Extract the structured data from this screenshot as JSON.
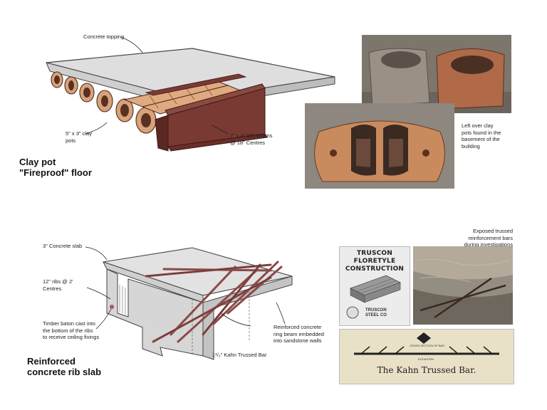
{
  "clay_pot_section": {
    "title_line1": "Clay pot",
    "title_line2": "\"Fireproof\" floor",
    "labels": {
      "concrete_topping": "Concrete topping",
      "clay_pots_line1": "5\" x 3\"  clay",
      "clay_pots_line2": "pots",
      "beams_line1": "7\" x 4\" MS beams",
      "beams_line2": "@ 18\" Centres"
    },
    "photo_caption": [
      "Left over clay",
      "pots found in the",
      "basement of the",
      "building"
    ]
  },
  "rib_slab_section": {
    "title_line1": "Reinforced",
    "title_line2": "concrete rib slab",
    "labels": {
      "slab": "3\" Concrete slab",
      "ribs_line1": "12\" ribs @ 2'",
      "ribs_line2": "Centres",
      "timber_line1": "Timber baton cast into",
      "timber_line2": "the bottom of the ribs",
      "timber_line3": "to receive ceiling fixings",
      "ring_line1": "Reinforced concrete",
      "ring_line2": "ring beam embedded",
      "ring_line3": "into sandstone walls",
      "kahn_bar": "1¹/₂\" Kahn Trussed Bar"
    },
    "photo_caption": [
      "Exposed trussed",
      "reinforcement bars",
      "during investigations"
    ]
  },
  "truscon_card": {
    "heading_line1": "TRUSCON FLORETYLE",
    "heading_line2": "CONSTRUCTION",
    "maker_line1": "TRUSCON",
    "maker_line2": "STEEL CO"
  },
  "kahn_card": {
    "small_text": "CROSS SECTION OF BAR",
    "small_text2": "ELEVATION",
    "title": "The Kahn Trussed Bar."
  },
  "colors": {
    "concrete": "#dcdcdc",
    "clay": "#d89a6c",
    "steel": "#7a3a34",
    "photo_bg": "#8b8378"
  }
}
